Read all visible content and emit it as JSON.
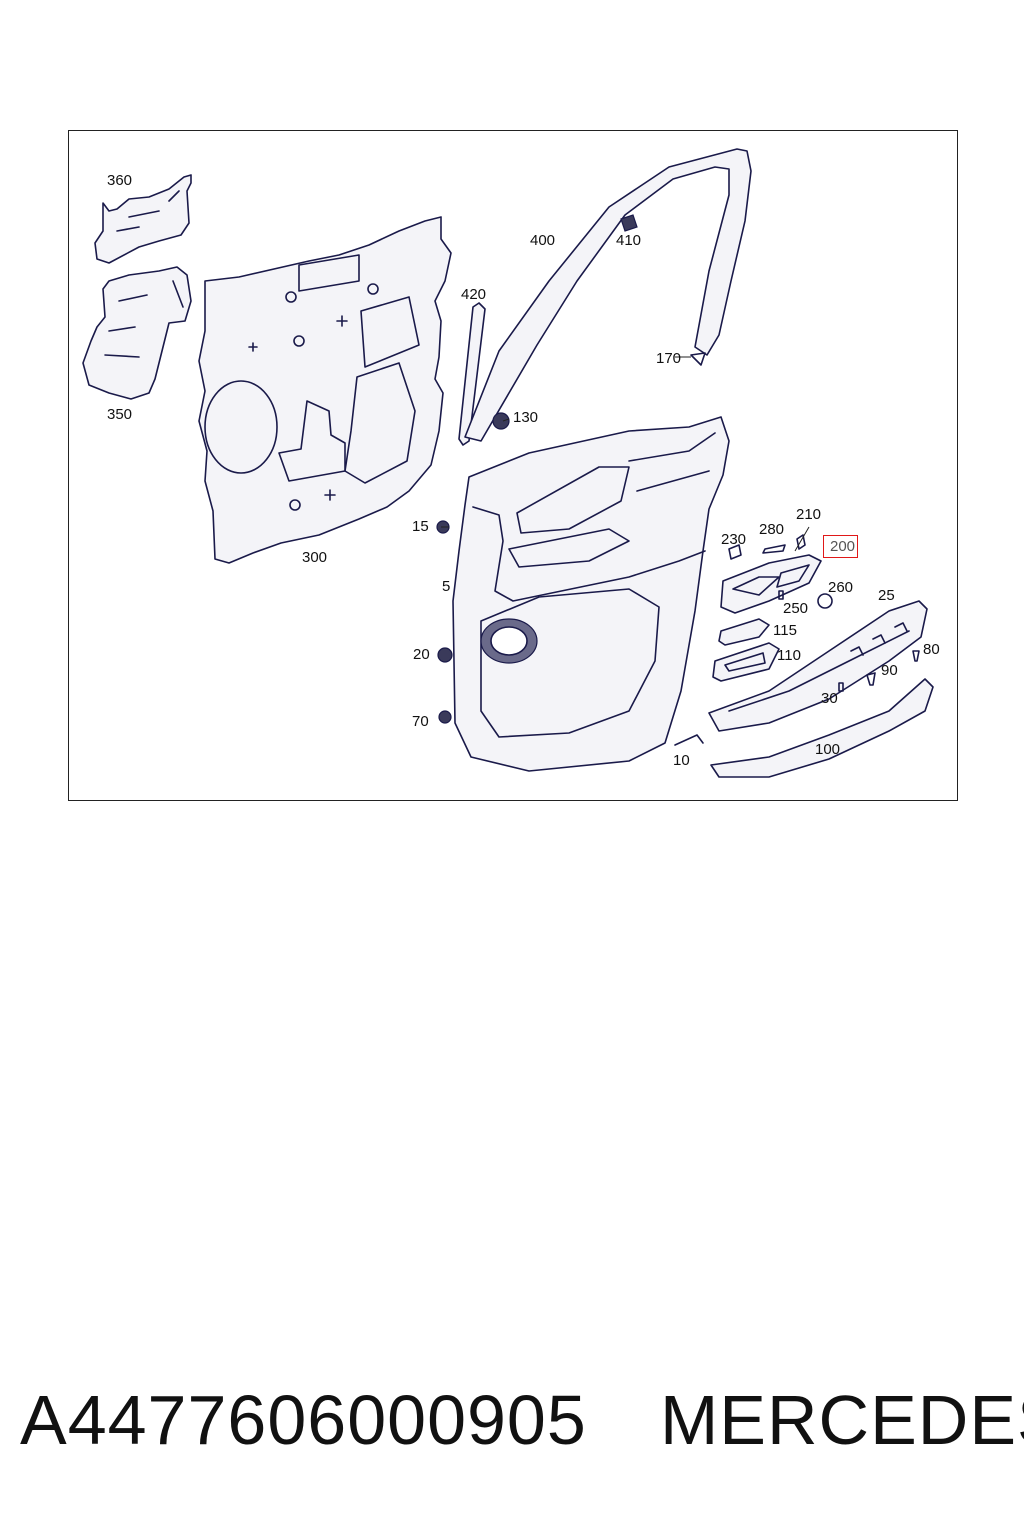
{
  "diagram": {
    "callouts": [
      {
        "id": "360",
        "label": "360"
      },
      {
        "id": "350",
        "label": "350"
      },
      {
        "id": "300",
        "label": "300"
      },
      {
        "id": "400",
        "label": "400"
      },
      {
        "id": "410",
        "label": "410"
      },
      {
        "id": "420",
        "label": "420"
      },
      {
        "id": "170",
        "label": "170"
      },
      {
        "id": "130",
        "label": "130"
      },
      {
        "id": "15",
        "label": "15"
      },
      {
        "id": "5",
        "label": "5"
      },
      {
        "id": "20",
        "label": "20"
      },
      {
        "id": "70",
        "label": "70"
      },
      {
        "id": "210",
        "label": "210"
      },
      {
        "id": "230",
        "label": "230"
      },
      {
        "id": "280",
        "label": "280"
      },
      {
        "id": "200",
        "label": "200",
        "highlighted": true
      },
      {
        "id": "260",
        "label": "260"
      },
      {
        "id": "250",
        "label": "250"
      },
      {
        "id": "25",
        "label": "25"
      },
      {
        "id": "115",
        "label": "115"
      },
      {
        "id": "110",
        "label": "110"
      },
      {
        "id": "80",
        "label": "80"
      },
      {
        "id": "90",
        "label": "90"
      },
      {
        "id": "30",
        "label": "30"
      },
      {
        "id": "10",
        "label": "10"
      },
      {
        "id": "100",
        "label": "100"
      }
    ],
    "highlight_color": "#e01818",
    "line_color": "#1a1a4a"
  },
  "footer": {
    "part_number": "A4477606000905",
    "brand": "MERCEDES"
  }
}
